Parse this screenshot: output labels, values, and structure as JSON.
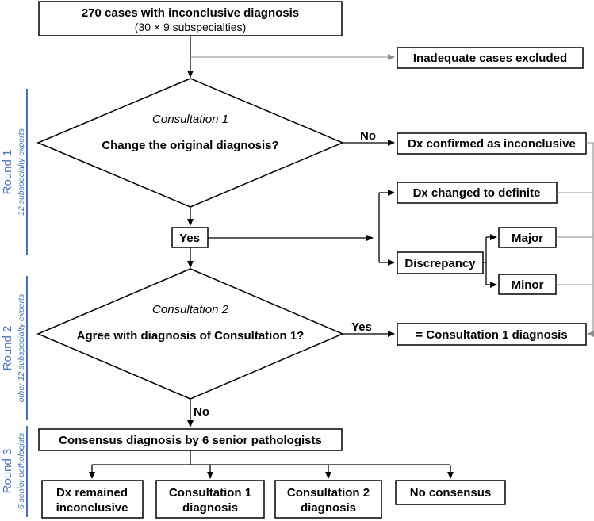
{
  "start": {
    "title": "270 cases with inconclusive diagnosis",
    "subtitle": "(30 × 9 subspecialties)"
  },
  "excluded": "Inadequate cases excluded",
  "consult1": {
    "heading": "Consultation 1",
    "question": "Change the original diagnosis?"
  },
  "no_label_1": "No",
  "dx_confirmed": "Dx confirmed as inconclusive",
  "yes_label_1": "Yes",
  "dx_changed": "Dx changed to definite",
  "discrepancy": "Discrepancy",
  "major": "Major",
  "minor": "Minor",
  "consult2": {
    "heading": "Consultation 2",
    "question": "Agree with diagnosis of Consultation 1?"
  },
  "yes_label_2": "Yes",
  "consult1_dx": "= Consultation 1 diagnosis",
  "no_label_2": "No",
  "consensus": "Consensus diagnosis by 6 senior pathologists",
  "outcomes": [
    {
      "line1": "Dx remained",
      "line2": "inconclusive"
    },
    {
      "line1": "Consultation 1",
      "line2": "diagnosis"
    },
    {
      "line1": "Consultation 2",
      "line2": "diagnosis"
    },
    {
      "line1": "No consensus",
      "line2": ""
    }
  ],
  "rounds": [
    {
      "label": "Round 1",
      "sub": "12 subspecialty experts"
    },
    {
      "label": "Round 2",
      "sub": "other 12 subspecialty experts"
    },
    {
      "label": "Round 3",
      "sub": "6 senior pathologists"
    }
  ]
}
